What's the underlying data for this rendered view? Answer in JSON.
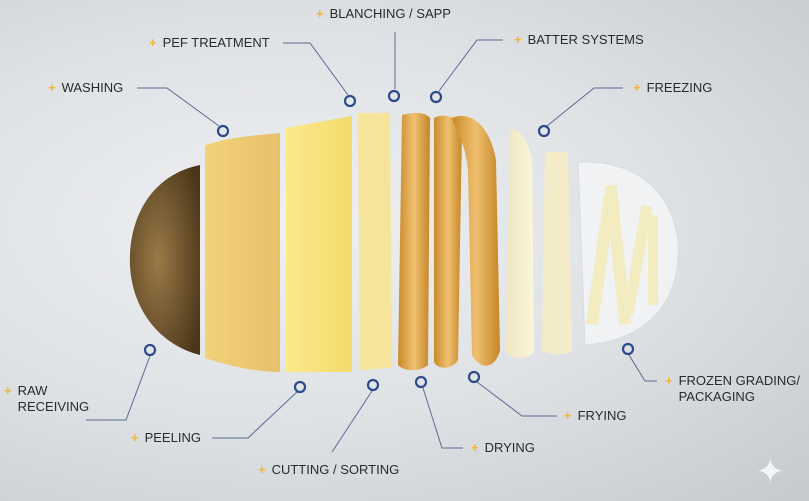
{
  "steps": [
    {
      "id": "raw",
      "label_line1": "RAW",
      "label_line2": "RECEIVING"
    },
    {
      "id": "washing",
      "label": "WASHING"
    },
    {
      "id": "peeling",
      "label": "PEELING"
    },
    {
      "id": "pef",
      "label": "PEF TREATMENT"
    },
    {
      "id": "cutting",
      "label": "CUTTING / SORTING"
    },
    {
      "id": "blanching",
      "label": "BLANCHING / SAPP"
    },
    {
      "id": "drying",
      "label": "DRYING"
    },
    {
      "id": "batter",
      "label": "BATTER SYSTEMS"
    },
    {
      "id": "frying",
      "label": "FRYING"
    },
    {
      "id": "freezing",
      "label": "FREEZING"
    },
    {
      "id": "frozen",
      "label_line1": "FROZEN GRADING/",
      "label_line2": "PACKAGING"
    }
  ],
  "colors": {
    "accent_plus": "#f0b53a",
    "marker": "#2c4a8c",
    "leader_line": "#5a6a90"
  },
  "icons": {
    "bullet": "plus-icon",
    "marker": "ring-marker-icon",
    "watermark": "sparkle-icon"
  }
}
